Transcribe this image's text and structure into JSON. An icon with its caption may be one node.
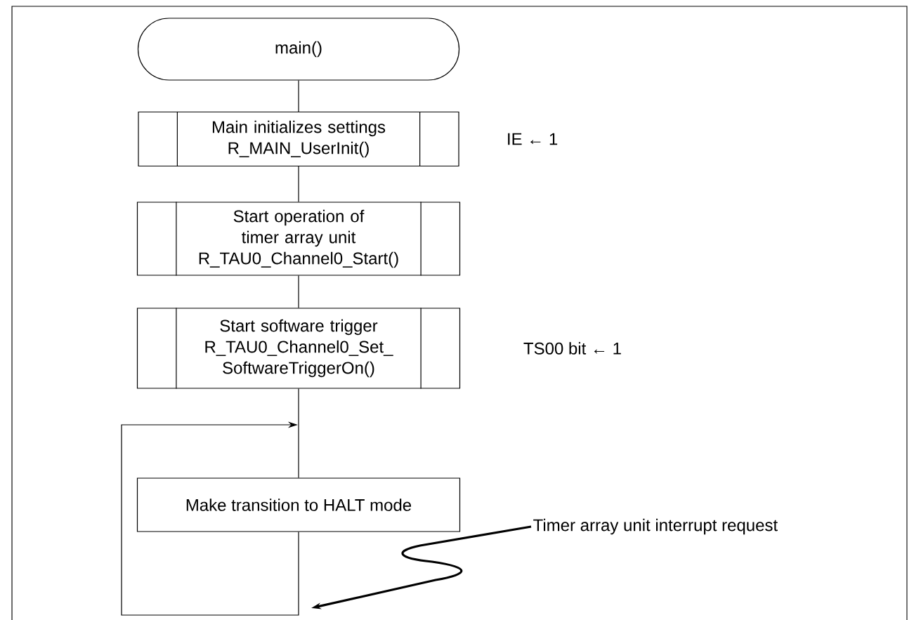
{
  "diagram": {
    "nodes": [
      {
        "text": [
          "main()"
        ]
      },
      {
        "text": [
          "Main initializes settings",
          "R_MAIN_UserInit()"
        ]
      },
      {
        "text": [
          "Start operation of timer array unit",
          "R_TAU0_Channel0_Start()"
        ]
      },
      {
        "text": [
          "Start software trigger",
          "R_TAU0_Channel0_Set_SoftwareTriggerOn()"
        ]
      },
      {
        "text": [
          "Make transition to HALT mode"
        ]
      },
      {
        "text": [
          "Timer array unit interrupt request"
        ]
      }
    ],
    "edges": [
      {
        "from": 0,
        "to": 1,
        "arrow": "none"
      },
      {
        "from": 1,
        "to": 2,
        "arrow": "none"
      },
      {
        "from": 2,
        "to": 3,
        "arrow": "none"
      },
      {
        "from": 3,
        "to": 4,
        "arrow": "none"
      },
      {
        "from": 4,
        "to": null,
        "arrow": "to"
      },
      {
        "from": 5,
        "to": null,
        "arrow": "to",
        "style": "thick"
      }
    ],
    "labels": [
      "IE ← 1",
      "TS00 bit ← 1"
    ]
  }
}
